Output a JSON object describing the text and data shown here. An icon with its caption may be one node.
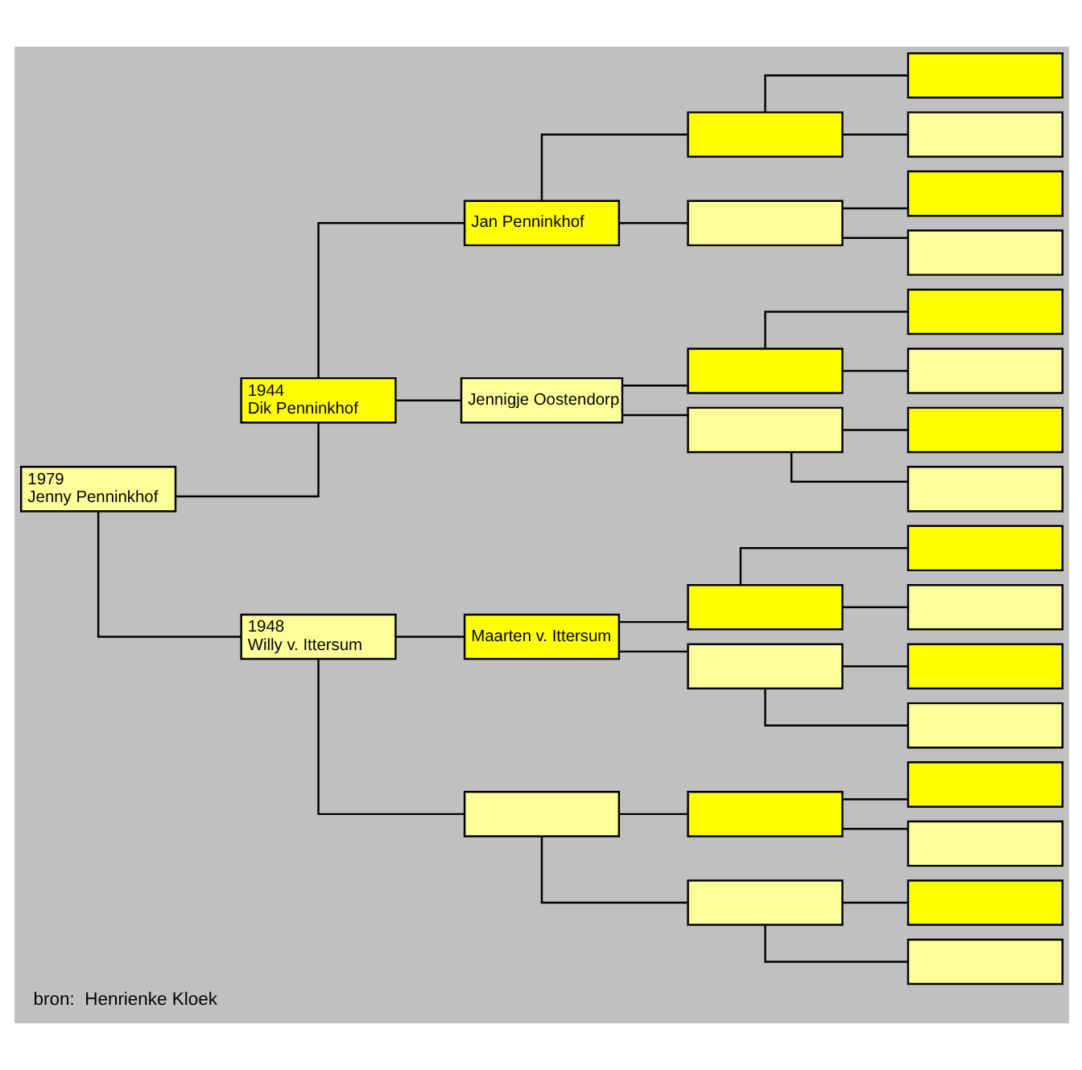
{
  "diagram": {
    "caption": "bron:  Henrienke Kloek",
    "nodes": [
      {
        "text": [
          "1979",
          "Jenny Penninkhof"
        ]
      },
      {
        "text": [
          "1944",
          "Dik Penninkhof"
        ]
      },
      {
        "text": [
          "1948",
          "Willy v. Ittersum"
        ]
      },
      {
        "text": [
          "Jan Penninkhof"
        ]
      },
      {
        "text": [
          "Jennigje Oostendorp"
        ]
      },
      {
        "text": [
          "Maarten v. Ittersum"
        ]
      },
      {
        "text": [],
        "shape": "box"
      },
      {
        "text": [],
        "shape": "box"
      },
      {
        "text": [],
        "shape": "box"
      },
      {
        "text": [],
        "shape": "box"
      },
      {
        "text": [],
        "shape": "box"
      },
      {
        "text": [],
        "shape": "box"
      },
      {
        "text": [],
        "shape": "box"
      },
      {
        "text": [],
        "shape": "box"
      },
      {
        "text": [],
        "shape": "box"
      },
      {
        "text": [],
        "shape": "box"
      },
      {
        "text": [],
        "shape": "box"
      },
      {
        "text": [],
        "shape": "box"
      },
      {
        "text": [],
        "shape": "box"
      },
      {
        "text": [],
        "shape": "box"
      },
      {
        "text": [],
        "shape": "box"
      },
      {
        "text": [],
        "shape": "box"
      },
      {
        "text": [],
        "shape": "box"
      },
      {
        "text": [],
        "shape": "box"
      },
      {
        "text": [],
        "shape": "box"
      },
      {
        "text": [],
        "shape": "box"
      },
      {
        "text": [],
        "shape": "box"
      },
      {
        "text": [],
        "shape": "box"
      },
      {
        "text": [],
        "shape": "box"
      },
      {
        "text": [],
        "shape": "box"
      },
      {
        "text": [],
        "shape": "box"
      }
    ],
    "edges": [
      {
        "from": 0,
        "to": 1,
        "arrow": "none"
      },
      {
        "from": 0,
        "to": 2,
        "arrow": "none"
      },
      {
        "from": 1,
        "to": 3,
        "arrow": "none"
      },
      {
        "from": 1,
        "to": 4,
        "arrow": "none"
      },
      {
        "from": 2,
        "to": 5,
        "arrow": "none"
      },
      {
        "from": 2,
        "to": 6,
        "arrow": "none"
      },
      {
        "from": 3,
        "to": 7,
        "arrow": "none"
      },
      {
        "from": 3,
        "to": 8,
        "arrow": "none"
      },
      {
        "from": 4,
        "to": 9,
        "arrow": "none"
      },
      {
        "from": 4,
        "to": 10,
        "arrow": "none"
      },
      {
        "from": 5,
        "to": 11,
        "arrow": "none"
      },
      {
        "from": 5,
        "to": 12,
        "arrow": "none"
      },
      {
        "from": 6,
        "to": 13,
        "arrow": "none"
      },
      {
        "from": 6,
        "to": 14,
        "arrow": "none"
      },
      {
        "from": 7,
        "to": 15,
        "arrow": "none"
      },
      {
        "from": 7,
        "to": 16,
        "arrow": "none"
      },
      {
        "from": 8,
        "to": 17,
        "arrow": "none"
      },
      {
        "from": 8,
        "to": 18,
        "arrow": "none"
      },
      {
        "from": 9,
        "to": 19,
        "arrow": "none"
      },
      {
        "from": 9,
        "to": 20,
        "arrow": "none"
      },
      {
        "from": 10,
        "to": 21,
        "arrow": "none"
      },
      {
        "from": 10,
        "to": 22,
        "arrow": "none"
      },
      {
        "from": 11,
        "to": 23,
        "arrow": "none"
      },
      {
        "from": 11,
        "to": 24,
        "arrow": "none"
      },
      {
        "from": 12,
        "to": 25,
        "arrow": "none"
      },
      {
        "from": 12,
        "to": 26,
        "arrow": "none"
      },
      {
        "from": 13,
        "to": 27,
        "arrow": "none"
      },
      {
        "from": 13,
        "to": 28,
        "arrow": "none"
      },
      {
        "from": 14,
        "to": 29,
        "arrow": "none"
      },
      {
        "from": 14,
        "to": 30,
        "arrow": "none"
      }
    ]
  }
}
